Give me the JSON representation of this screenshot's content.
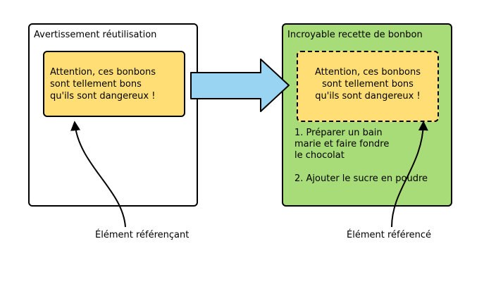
{
  "left_panel": {
    "title": "Avertissement réutilisation",
    "note_lines": [
      "Attention, ces bonbons",
      "sont tellement bons",
      "qu'ils sont dangereux !"
    ]
  },
  "right_panel": {
    "title": "Incroyable recette de bonbon",
    "note_lines": [
      "Attention, ces bonbons",
      "sont tellement bons",
      "qu'ils sont dangereux !"
    ],
    "step1_lines": [
      "1. Préparer un bain",
      "marie et faire fondre",
      "le chocolat"
    ],
    "step2": "2. Ajouter le sucre en poudre"
  },
  "captions": {
    "referencing": "Élément référençant",
    "referenced": "Élément référencé"
  },
  "colors": {
    "note_fill": "#ffdf75",
    "right_panel_fill": "#a8dc78",
    "arrow_fill": "#99d5f2"
  }
}
